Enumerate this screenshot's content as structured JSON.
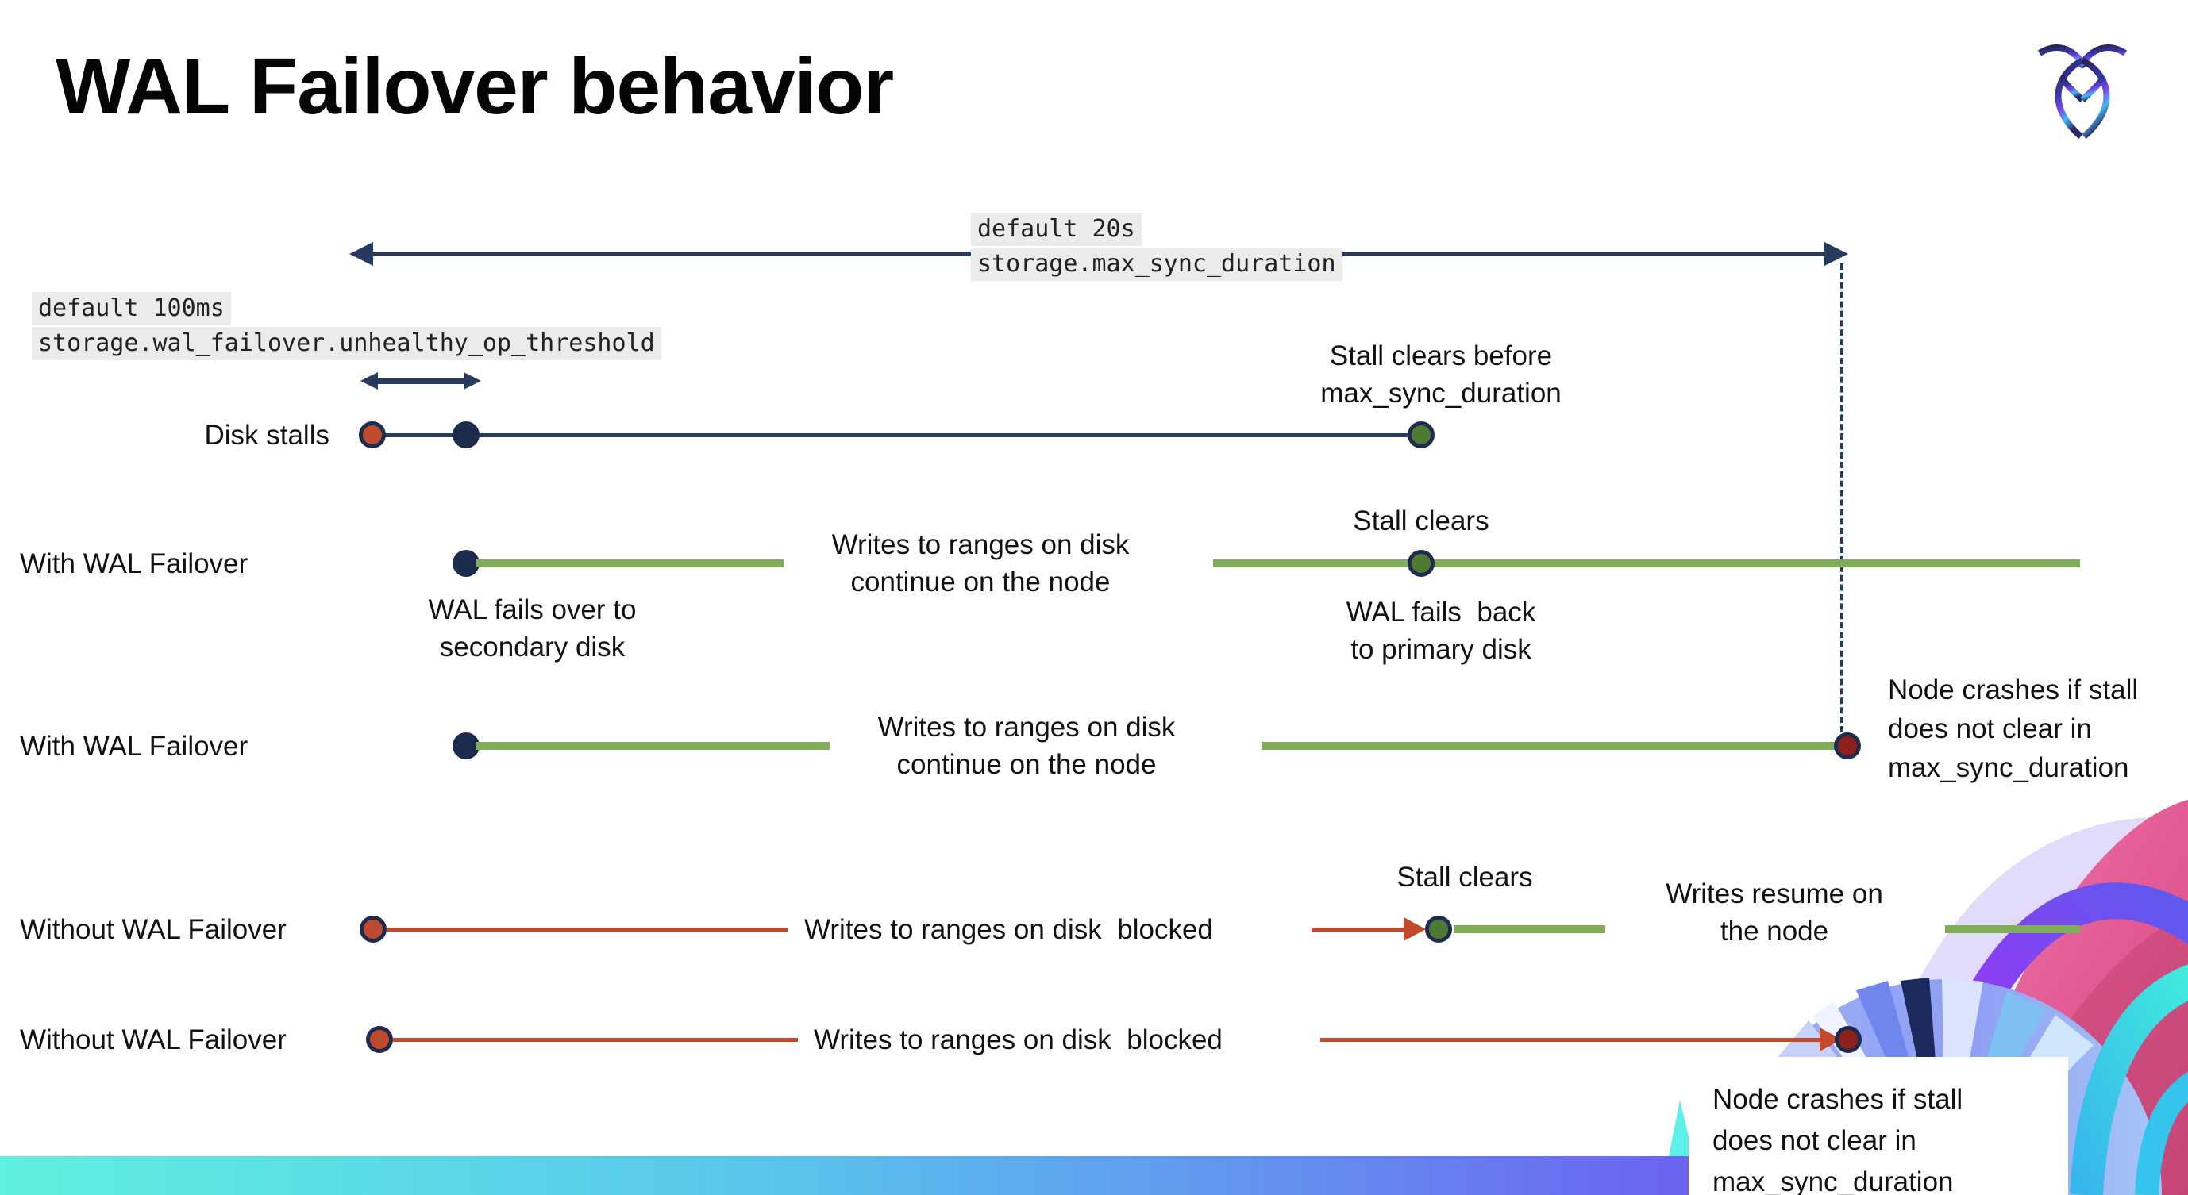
{
  "header": {
    "title": "WAL Failover behavior",
    "logo": "cockroachdb-mark"
  },
  "annotations": {
    "max_sync": {
      "default_label": "default 20s",
      "setting": "storage.max_sync_duration"
    },
    "threshold": {
      "default_label": "default 100ms",
      "setting": "storage.wal_failover.unhealthy_op_threshold"
    }
  },
  "rows": [
    {
      "label": "Disk stalls",
      "stall_clears_line1": "Stall clears before",
      "stall_clears_line2": "max_sync_duration"
    },
    {
      "label": "With WAL Failover",
      "writes_line1": "Writes to ranges on disk",
      "writes_line2": "continue on the node",
      "stall_clears": "Stall clears",
      "failover_line1": "WAL fails over to",
      "failover_line2": "secondary disk",
      "failback_line1": "WAL fails  back",
      "failback_line2": "to primary disk"
    },
    {
      "label": "With WAL Failover",
      "writes_line1": "Writes to ranges on disk",
      "writes_line2": "continue on the node",
      "crash_line1": "Node crashes if stall",
      "crash_line2": "does not clear in",
      "crash_line3": "max_sync_duration"
    },
    {
      "label": "Without WAL Failover",
      "writes_blocked": "Writes to ranges on disk  blocked",
      "stall_clears": "Stall clears",
      "resume_line1": "Writes resume on",
      "resume_line2": "the node"
    },
    {
      "label": "Without WAL Failover",
      "writes_blocked": "Writes to ranges on disk  blocked",
      "crash_line1": "Node crashes if stall",
      "crash_line2": "does not clear in",
      "crash_line3": "max_sync_duration"
    }
  ],
  "colors": {
    "navy": "#263b5e",
    "green_line": "#7fad58",
    "green_dot": "#4e7a33",
    "red_line": "#c2492c",
    "red_dot": "#bf4b2e",
    "dark_red_dot": "#8e211d",
    "annotation_bg": "#ebebeb",
    "footer_gradient_left": "#5ef0e0",
    "footer_gradient_mid": "#6588f0",
    "footer_gradient_right": "#7b4af0"
  }
}
